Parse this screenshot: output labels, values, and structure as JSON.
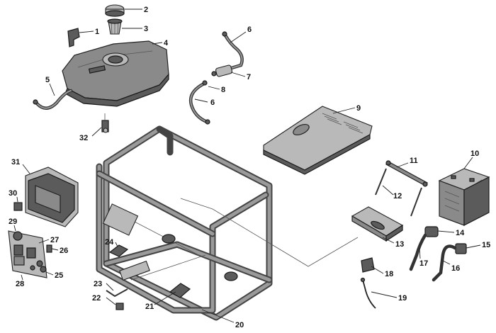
{
  "callouts": [
    {
      "id": "c1",
      "text": "1"
    },
    {
      "id": "c2",
      "text": "2"
    },
    {
      "id": "c3",
      "text": "3"
    },
    {
      "id": "c4",
      "text": "4"
    },
    {
      "id": "c5",
      "text": "5"
    },
    {
      "id": "c6a",
      "text": "6"
    },
    {
      "id": "c6b",
      "text": "6"
    },
    {
      "id": "c7",
      "text": "7"
    },
    {
      "id": "c8",
      "text": "8"
    },
    {
      "id": "c9",
      "text": "9"
    },
    {
      "id": "c10",
      "text": "10"
    },
    {
      "id": "c11",
      "text": "11"
    },
    {
      "id": "c12",
      "text": "12"
    },
    {
      "id": "c13",
      "text": "13"
    },
    {
      "id": "c14",
      "text": "14"
    },
    {
      "id": "c15",
      "text": "15"
    },
    {
      "id": "c16",
      "text": "16"
    },
    {
      "id": "c17",
      "text": "17"
    },
    {
      "id": "c18",
      "text": "18"
    },
    {
      "id": "c19",
      "text": "19"
    },
    {
      "id": "c20",
      "text": "20"
    },
    {
      "id": "c21",
      "text": "21"
    },
    {
      "id": "c22",
      "text": "22"
    },
    {
      "id": "c23",
      "text": "23"
    },
    {
      "id": "c24",
      "text": "24"
    },
    {
      "id": "c25",
      "text": "25"
    },
    {
      "id": "c26",
      "text": "26"
    },
    {
      "id": "c27",
      "text": "27"
    },
    {
      "id": "c28",
      "text": "28"
    },
    {
      "id": "c29",
      "text": "29"
    },
    {
      "id": "c30",
      "text": "30"
    },
    {
      "id": "c31",
      "text": "31"
    },
    {
      "id": "c32",
      "text": "32"
    }
  ]
}
